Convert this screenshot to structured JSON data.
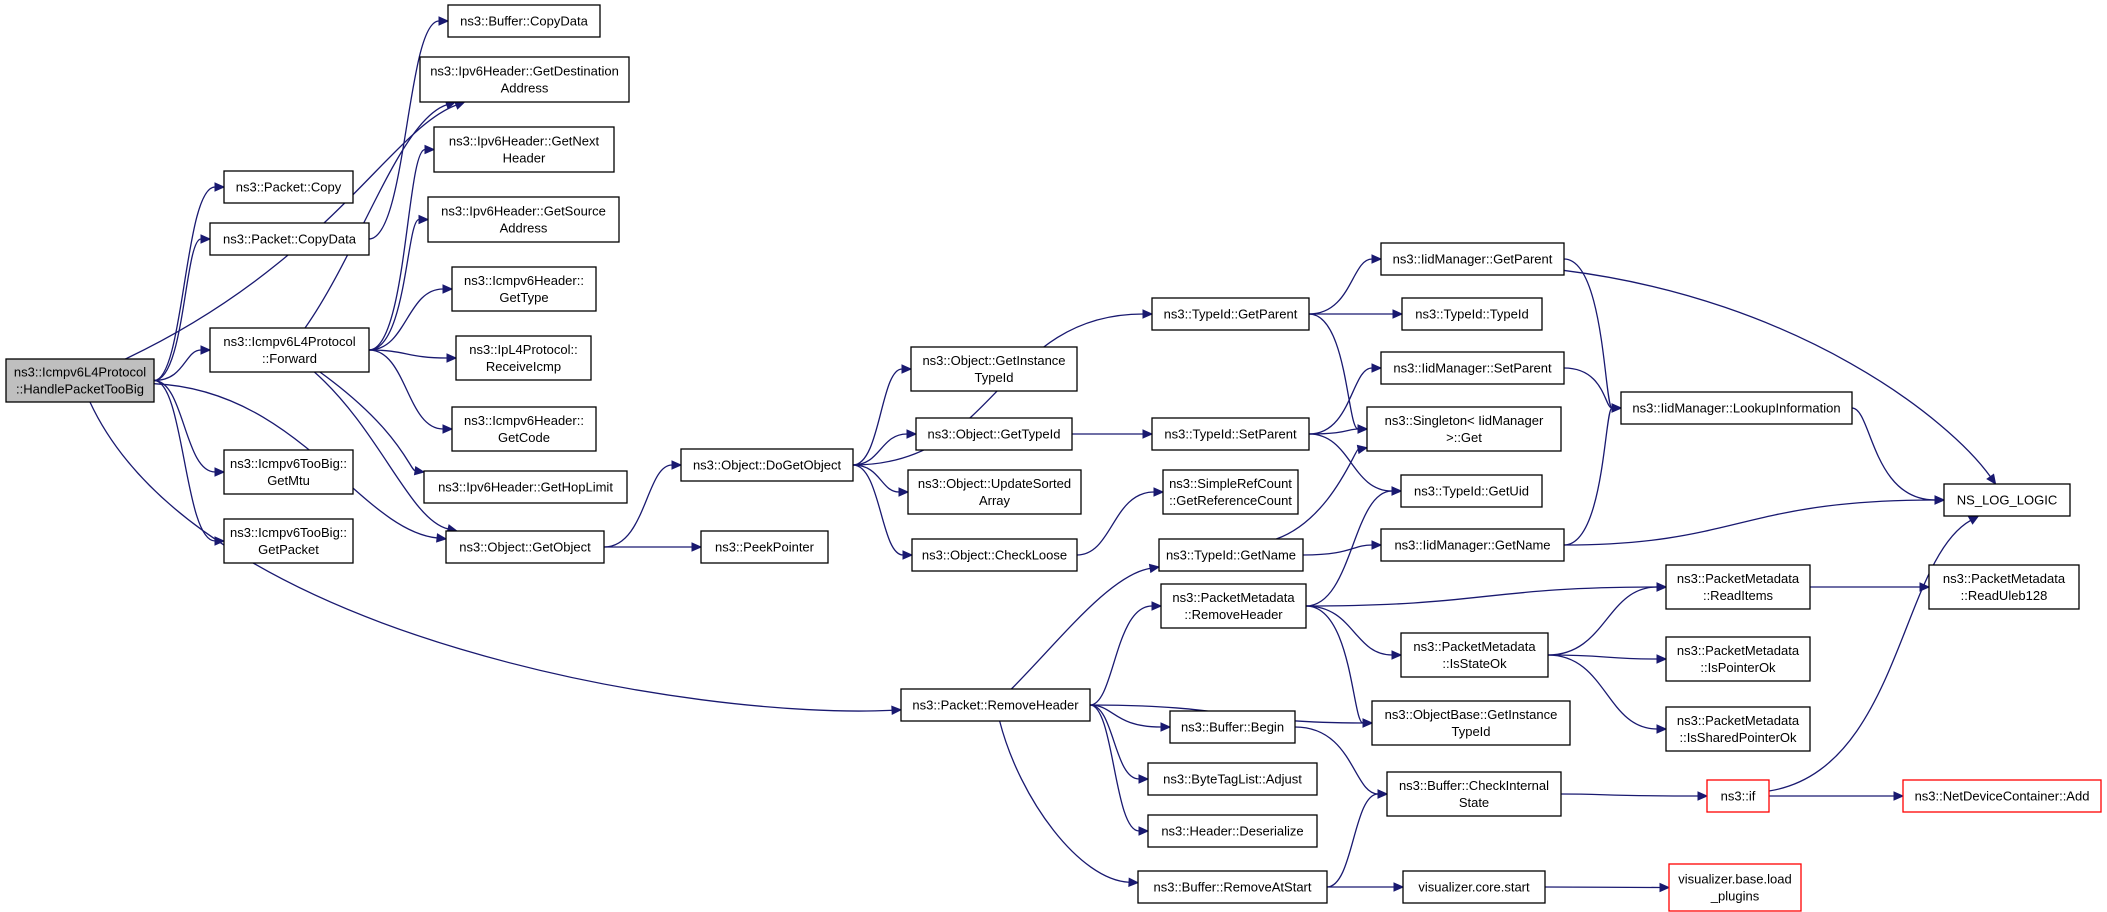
{
  "nodes": [
    {
      "id": "root",
      "lines": [
        "ns3::Icmpv6L4Protocol",
        "::HandlePacketTooBig"
      ],
      "style": "root"
    },
    {
      "id": "copy",
      "lines": [
        "ns3::Packet::Copy"
      ]
    },
    {
      "id": "pcopydata",
      "lines": [
        "ns3::Packet::CopyData"
      ]
    },
    {
      "id": "forward",
      "lines": [
        "ns3::Icmpv6L4Protocol",
        "::Forward"
      ]
    },
    {
      "id": "getmtu",
      "lines": [
        "ns3::Icmpv6TooBig::",
        "GetMtu"
      ]
    },
    {
      "id": "getpacket",
      "lines": [
        "ns3::Icmpv6TooBig::",
        "GetPacket"
      ]
    },
    {
      "id": "bcopydata",
      "lines": [
        "ns3::Buffer::CopyData"
      ]
    },
    {
      "id": "getdest",
      "lines": [
        "ns3::Ipv6Header::GetDestination",
        "Address"
      ]
    },
    {
      "id": "getnext",
      "lines": [
        "ns3::Ipv6Header::GetNext",
        "Header"
      ]
    },
    {
      "id": "getsource",
      "lines": [
        "ns3::Ipv6Header::GetSource",
        "Address"
      ]
    },
    {
      "id": "gettype",
      "lines": [
        "ns3::Icmpv6Header::",
        "GetType"
      ]
    },
    {
      "id": "recvicmp",
      "lines": [
        "ns3::IpL4Protocol::",
        "ReceiveIcmp"
      ]
    },
    {
      "id": "getcode",
      "lines": [
        "ns3::Icmpv6Header::",
        "GetCode"
      ]
    },
    {
      "id": "gethop",
      "lines": [
        "ns3::Ipv6Header::GetHopLimit"
      ]
    },
    {
      "id": "getobject",
      "lines": [
        "ns3::Object::GetObject"
      ]
    },
    {
      "id": "peek",
      "lines": [
        "ns3::PeekPointer"
      ]
    },
    {
      "id": "dogetobject",
      "lines": [
        "ns3::Object::DoGetObject"
      ]
    },
    {
      "id": "getinstance",
      "lines": [
        "ns3::Object::GetInstance",
        "TypeId"
      ]
    },
    {
      "id": "gettypeid",
      "lines": [
        "ns3::Object::GetTypeId"
      ]
    },
    {
      "id": "updatesorted",
      "lines": [
        "ns3::Object::UpdateSorted",
        "Array"
      ]
    },
    {
      "id": "checkloose",
      "lines": [
        "ns3::Object::CheckLoose"
      ]
    },
    {
      "id": "tgetparent",
      "lines": [
        "ns3::TypeId::GetParent"
      ]
    },
    {
      "id": "tsetparent",
      "lines": [
        "ns3::TypeId::SetParent"
      ]
    },
    {
      "id": "simplerefcount",
      "lines": [
        "ns3::SimpleRefCount",
        "::GetReferenceCount"
      ]
    },
    {
      "id": "tgetname",
      "lines": [
        "ns3::TypeId::GetName"
      ]
    },
    {
      "id": "igetparent",
      "lines": [
        "ns3::IidManager::GetParent"
      ]
    },
    {
      "id": "typeid",
      "lines": [
        "ns3::TypeId::TypeId"
      ]
    },
    {
      "id": "isetparent",
      "lines": [
        "ns3::IidManager::SetParent"
      ]
    },
    {
      "id": "singleton",
      "lines": [
        "ns3::Singleton< IidManager",
        ">::Get"
      ]
    },
    {
      "id": "getuid",
      "lines": [
        "ns3::TypeId::GetUid"
      ]
    },
    {
      "id": "igetname",
      "lines": [
        "ns3::IidManager::GetName"
      ]
    },
    {
      "id": "lookup",
      "lines": [
        "ns3::IidManager::LookupInformation"
      ]
    },
    {
      "id": "nslog",
      "lines": [
        "NS_LOG_LOGIC"
      ]
    },
    {
      "id": "removeheader",
      "lines": [
        "ns3::Packet::RemoveHeader"
      ]
    },
    {
      "id": "pmremoveheader",
      "lines": [
        "ns3::PacketMetadata",
        "::RemoveHeader"
      ]
    },
    {
      "id": "bufbegin",
      "lines": [
        "ns3::Buffer::Begin"
      ]
    },
    {
      "id": "adjust",
      "lines": [
        "ns3::ByteTagList::Adjust"
      ]
    },
    {
      "id": "deserialize",
      "lines": [
        "ns3::Header::Deserialize"
      ]
    },
    {
      "id": "removeatstart",
      "lines": [
        "ns3::Buffer::RemoveAtStart"
      ]
    },
    {
      "id": "readitems",
      "lines": [
        "ns3::PacketMetadata",
        "::ReadItems"
      ]
    },
    {
      "id": "isstateok",
      "lines": [
        "ns3::PacketMetadata",
        "::IsStateOk"
      ]
    },
    {
      "id": "objbase",
      "lines": [
        "ns3::ObjectBase::GetInstance",
        "TypeId"
      ]
    },
    {
      "id": "checkinternal",
      "lines": [
        "ns3::Buffer::CheckInternal",
        "State"
      ]
    },
    {
      "id": "vizstart",
      "lines": [
        "visualizer.core.start"
      ]
    },
    {
      "id": "readuleb",
      "lines": [
        "ns3::PacketMetadata",
        "::ReadUleb128"
      ]
    },
    {
      "id": "ispointerok",
      "lines": [
        "ns3::PacketMetadata",
        "::IsPointerOk"
      ]
    },
    {
      "id": "issharedok",
      "lines": [
        "ns3::PacketMetadata",
        "::IsSharedPointerOk"
      ]
    },
    {
      "id": "nsif",
      "lines": [
        "ns3::if"
      ],
      "style": "trunc"
    },
    {
      "id": "ndcadd",
      "lines": [
        "ns3::NetDeviceContainer::Add"
      ],
      "style": "trunc"
    },
    {
      "id": "vizload",
      "lines": [
        "visualizer.base.load",
        "_plugins"
      ],
      "style": "trunc"
    }
  ],
  "edges": [
    [
      "root",
      "copy"
    ],
    [
      "root",
      "pcopydata"
    ],
    [
      "root",
      "forward"
    ],
    [
      "root",
      "getdest"
    ],
    [
      "root",
      "getmtu"
    ],
    [
      "root",
      "getpacket"
    ],
    [
      "root",
      "getobject"
    ],
    [
      "root",
      "removeheader"
    ],
    [
      "pcopydata",
      "bcopydata"
    ],
    [
      "forward",
      "getdest"
    ],
    [
      "forward",
      "getnext"
    ],
    [
      "forward",
      "getsource"
    ],
    [
      "forward",
      "gettype"
    ],
    [
      "forward",
      "recvicmp"
    ],
    [
      "forward",
      "getcode"
    ],
    [
      "forward",
      "gethop"
    ],
    [
      "forward",
      "getobject"
    ],
    [
      "getobject",
      "peek"
    ],
    [
      "getobject",
      "dogetobject"
    ],
    [
      "dogetobject",
      "tgetparent"
    ],
    [
      "dogetobject",
      "getinstance"
    ],
    [
      "dogetobject",
      "gettypeid"
    ],
    [
      "dogetobject",
      "updatesorted"
    ],
    [
      "dogetobject",
      "checkloose"
    ],
    [
      "gettypeid",
      "tsetparent"
    ],
    [
      "checkloose",
      "simplerefcount"
    ],
    [
      "tgetparent",
      "igetparent"
    ],
    [
      "tgetparent",
      "typeid"
    ],
    [
      "tgetparent",
      "singleton"
    ],
    [
      "tsetparent",
      "isetparent"
    ],
    [
      "tsetparent",
      "singleton"
    ],
    [
      "tsetparent",
      "getuid"
    ],
    [
      "tgetname",
      "singleton"
    ],
    [
      "tgetname",
      "igetname"
    ],
    [
      "igetparent",
      "lookup"
    ],
    [
      "igetparent",
      "nslog"
    ],
    [
      "isetparent",
      "lookup"
    ],
    [
      "igetname",
      "lookup"
    ],
    [
      "igetname",
      "nslog"
    ],
    [
      "lookup",
      "nslog"
    ],
    [
      "removeheader",
      "tgetname"
    ],
    [
      "removeheader",
      "pmremoveheader"
    ],
    [
      "removeheader",
      "objbase"
    ],
    [
      "removeheader",
      "bufbegin"
    ],
    [
      "removeheader",
      "adjust"
    ],
    [
      "removeheader",
      "deserialize"
    ],
    [
      "removeheader",
      "removeatstart"
    ],
    [
      "pmremoveheader",
      "getuid"
    ],
    [
      "pmremoveheader",
      "readitems"
    ],
    [
      "pmremoveheader",
      "isstateok"
    ],
    [
      "pmremoveheader",
      "objbase"
    ],
    [
      "isstateok",
      "readitems"
    ],
    [
      "isstateok",
      "ispointerok"
    ],
    [
      "isstateok",
      "issharedok"
    ],
    [
      "readitems",
      "readuleb"
    ],
    [
      "bufbegin",
      "checkinternal"
    ],
    [
      "removeatstart",
      "checkinternal"
    ],
    [
      "removeatstart",
      "vizstart"
    ],
    [
      "checkinternal",
      "nsif"
    ],
    [
      "nsif",
      "nslog"
    ],
    [
      "nsif",
      "ndcadd"
    ],
    [
      "vizstart",
      "vizload"
    ]
  ]
}
